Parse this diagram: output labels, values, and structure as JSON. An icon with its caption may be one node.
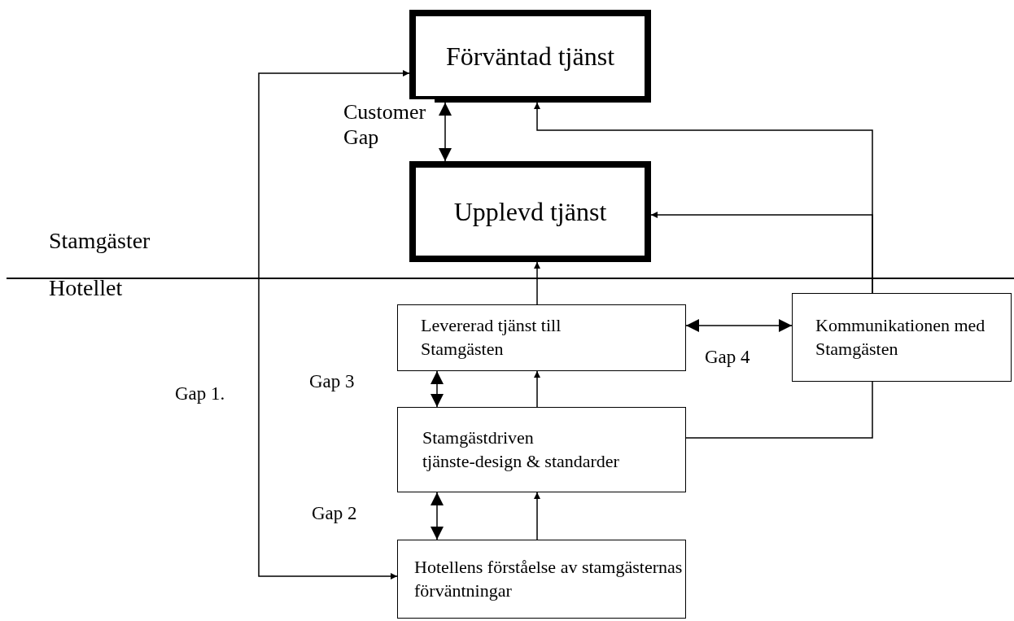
{
  "diagram": {
    "nodes": [
      {
        "text": [
          "Förväntad tjänst"
        ]
      },
      {
        "text": [
          "Upplevd tjänst"
        ]
      },
      {
        "text": [
          "Levererad tjänst till Stamgästen"
        ]
      },
      {
        "text": [
          "Kommunikationen med Stamgästen"
        ]
      },
      {
        "text": [
          "Stamgästdriven tjänste-design & standarder"
        ]
      },
      {
        "text": [
          "Hotellens förståelse av stamgästernas förväntningar"
        ]
      }
    ],
    "edges": [
      {
        "from": 0,
        "to": 1,
        "arrow": "both",
        "label": "Customer Gap"
      },
      {
        "from": 5,
        "to": 0,
        "arrow": "both",
        "label": "Gap 1."
      },
      {
        "from": 3,
        "to": 0,
        "arrow": "to"
      },
      {
        "from": 3,
        "to": 1,
        "arrow": "to"
      },
      {
        "from": 2,
        "to": 1,
        "arrow": "to"
      },
      {
        "from": 2,
        "to": 3,
        "arrow": "both",
        "label": "Gap 4"
      },
      {
        "from": 2,
        "to": 4,
        "arrow": "both",
        "label": "Gap 3"
      },
      {
        "from": 4,
        "to": 2,
        "arrow": "to"
      },
      {
        "from": 4,
        "to": 3,
        "arrow": "none"
      },
      {
        "from": 5,
        "to": 4,
        "arrow": "both",
        "label": "Gap 2"
      },
      {
        "from": 5,
        "to": 4,
        "arrow": "to"
      }
    ],
    "labels": [
      "Stamgäster",
      "Hotellet"
    ]
  }
}
